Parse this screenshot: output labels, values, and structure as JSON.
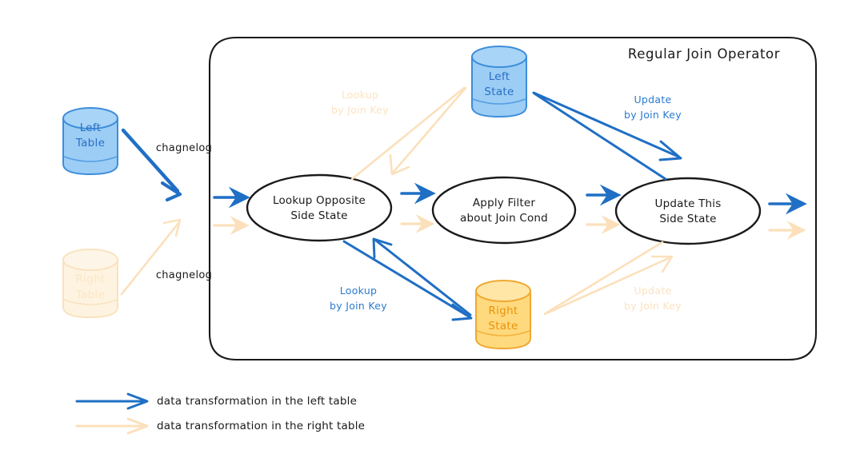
{
  "diagram": {
    "title": "Regular Join Operator",
    "colors": {
      "blue_stroke": "#2a7bd1",
      "blue_fill": "#9ccdf5",
      "blue_text": "#2a6fc4",
      "amber_stroke": "#f0a830",
      "amber_fill": "#ffd97d",
      "amber_text": "#e8930c",
      "faded_amber": "#fbe3c0",
      "faded_blue": "#cfe4f7",
      "node_stroke": "#1a1a1a",
      "background": "#ffffff"
    },
    "source_tables": [
      {
        "id": "left-table",
        "label_line1": "Left",
        "label_line2": "Table",
        "variant": "blue"
      },
      {
        "id": "right-table",
        "label_line1": "Right",
        "label_line2": "Table",
        "variant": "faded-amber"
      }
    ],
    "source_edges": [
      {
        "id": "left-changelog",
        "label": "chagnelog",
        "variant": "blue"
      },
      {
        "id": "right-changelog",
        "label": "chagnelog",
        "variant": "faded"
      }
    ],
    "state_stores": [
      {
        "id": "left-state",
        "label_line1": "Left",
        "label_line2": "State",
        "variant": "blue"
      },
      {
        "id": "right-state",
        "label_line1": "Right",
        "label_line2": "State",
        "variant": "amber"
      }
    ],
    "pipeline_nodes": [
      {
        "id": "lookup-opposite-side-state",
        "label_line1": "Lookup Opposite",
        "label_line2": "Side State"
      },
      {
        "id": "apply-filter-join-cond",
        "label_line1": "Apply Filter",
        "label_line2": "about Join Cond"
      },
      {
        "id": "update-this-side-state",
        "label_line1": "Update This",
        "label_line2": "Side State"
      }
    ],
    "state_edges": [
      {
        "id": "lookup-right-state-blue",
        "line1": "Lookup",
        "line2": "by Join Key",
        "variant": "blue"
      },
      {
        "id": "lookup-left-state-faded",
        "line1": "Lookup",
        "line2": "by Join Key",
        "variant": "faded"
      },
      {
        "id": "update-left-state-blue",
        "line1": "Update",
        "line2": "by Join Key",
        "variant": "blue"
      },
      {
        "id": "update-right-state-faded",
        "line1": "Update",
        "line2": "by Join Key",
        "variant": "faded"
      }
    ],
    "legend": [
      {
        "id": "legend-left",
        "label": "data transformation in the left table",
        "variant": "blue"
      },
      {
        "id": "legend-right",
        "label": "data transformation in the right table",
        "variant": "faded"
      }
    ]
  }
}
